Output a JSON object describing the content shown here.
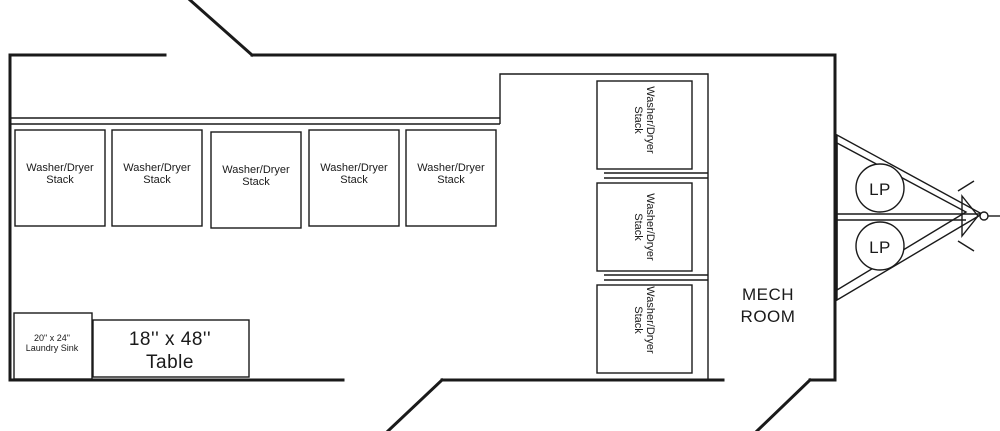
{
  "units": {
    "top_row": [
      "Washer/Dryer\nStack",
      "Washer/Dryer\nStack",
      "Washer/Dryer\nStack",
      "Washer/Dryer\nStack",
      "Washer/Dryer\nStack"
    ],
    "right_column": [
      "Washer/Dryer\nStack",
      "Washer/Dryer\nStack",
      "Washer/Dryer\nStack"
    ]
  },
  "sink": {
    "line1": "20\" x 24\"",
    "line2": "Laundry Sink"
  },
  "table": {
    "line1": "18'' x 48''",
    "line2": "Table"
  },
  "mech_room": {
    "line1": "MECH",
    "line2": "ROOM"
  },
  "tanks": [
    "LP",
    "LP"
  ],
  "colors": {
    "line": "#1a1a1a",
    "background": "#ffffff"
  }
}
